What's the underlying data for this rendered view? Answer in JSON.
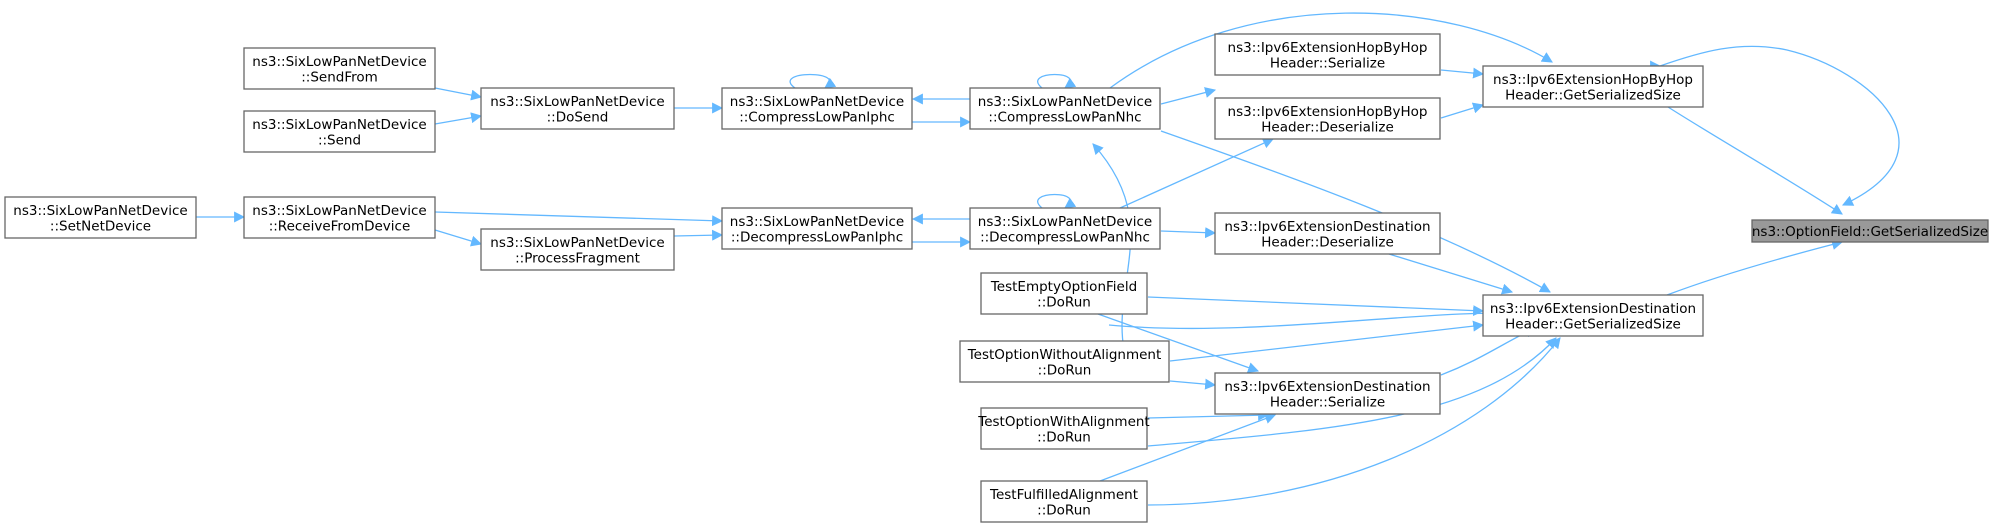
{
  "graph": {
    "nodes": [
      {
        "id": "root",
        "lines": [
          "ns3::OptionField::GetSerializedSize"
        ],
        "root": true
      },
      {
        "id": "hbh_gss",
        "lines": [
          "ns3::Ipv6ExtensionHopByHop",
          "Header::GetSerializedSize"
        ]
      },
      {
        "id": "dst_gss",
        "lines": [
          "ns3::Ipv6ExtensionDestination",
          "Header::GetSerializedSize"
        ]
      },
      {
        "id": "hbh_ser",
        "lines": [
          "ns3::Ipv6ExtensionHopByHop",
          "Header::Serialize"
        ]
      },
      {
        "id": "hbh_des",
        "lines": [
          "ns3::Ipv6ExtensionHopByHop",
          "Header::Deserialize"
        ]
      },
      {
        "id": "dst_des",
        "lines": [
          "ns3::Ipv6ExtensionDestination",
          "Header::Deserialize"
        ]
      },
      {
        "id": "dst_ser",
        "lines": [
          "ns3::Ipv6ExtensionDestination",
          "Header::Serialize"
        ]
      },
      {
        "id": "cnhc",
        "lines": [
          "ns3::SixLowPanNetDevice",
          "::CompressLowPanNhc"
        ]
      },
      {
        "id": "dnhc",
        "lines": [
          "ns3::SixLowPanNetDevice",
          "::DecompressLowPanNhc"
        ]
      },
      {
        "id": "ciphc",
        "lines": [
          "ns3::SixLowPanNetDevice",
          "::CompressLowPanIphc"
        ]
      },
      {
        "id": "diphc",
        "lines": [
          "ns3::SixLowPanNetDevice",
          "::DecompressLowPanIphc"
        ]
      },
      {
        "id": "dosend",
        "lines": [
          "ns3::SixLowPanNetDevice",
          "::DoSend"
        ]
      },
      {
        "id": "sendfrom",
        "lines": [
          "ns3::SixLowPanNetDevice",
          "::SendFrom"
        ]
      },
      {
        "id": "send",
        "lines": [
          "ns3::SixLowPanNetDevice",
          "::Send"
        ]
      },
      {
        "id": "recv",
        "lines": [
          "ns3::SixLowPanNetDevice",
          "::ReceiveFromDevice"
        ]
      },
      {
        "id": "procfrag",
        "lines": [
          "ns3::SixLowPanNetDevice",
          "::ProcessFragment"
        ]
      },
      {
        "id": "setnet",
        "lines": [
          "ns3::SixLowPanNetDevice",
          "::SetNetDevice"
        ]
      },
      {
        "id": "t_empty",
        "lines": [
          "TestEmptyOptionField",
          "::DoRun"
        ]
      },
      {
        "id": "t_without",
        "lines": [
          "TestOptionWithoutAlignment",
          "::DoRun"
        ]
      },
      {
        "id": "t_with",
        "lines": [
          "TestOptionWithAlignment",
          "::DoRun"
        ]
      },
      {
        "id": "t_fulfilled",
        "lines": [
          "TestFulfilledAlignment",
          "::DoRun"
        ]
      }
    ]
  }
}
